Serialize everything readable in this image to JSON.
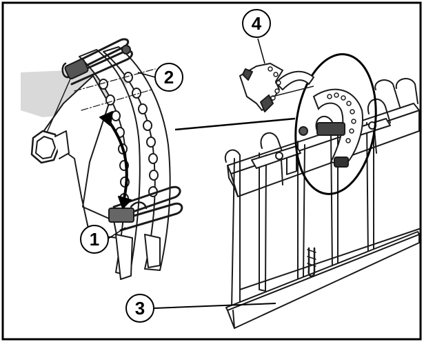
{
  "callouts": [
    {
      "id": "1",
      "label": "1"
    },
    {
      "id": "2",
      "label": "2"
    },
    {
      "id": "3",
      "label": "3"
    },
    {
      "id": "4",
      "label": "4"
    }
  ],
  "colors": {
    "frame": "#000000",
    "line": "#1a1a1a",
    "shadow": "#d9d9d9",
    "tine_fill": "#ffffff"
  }
}
